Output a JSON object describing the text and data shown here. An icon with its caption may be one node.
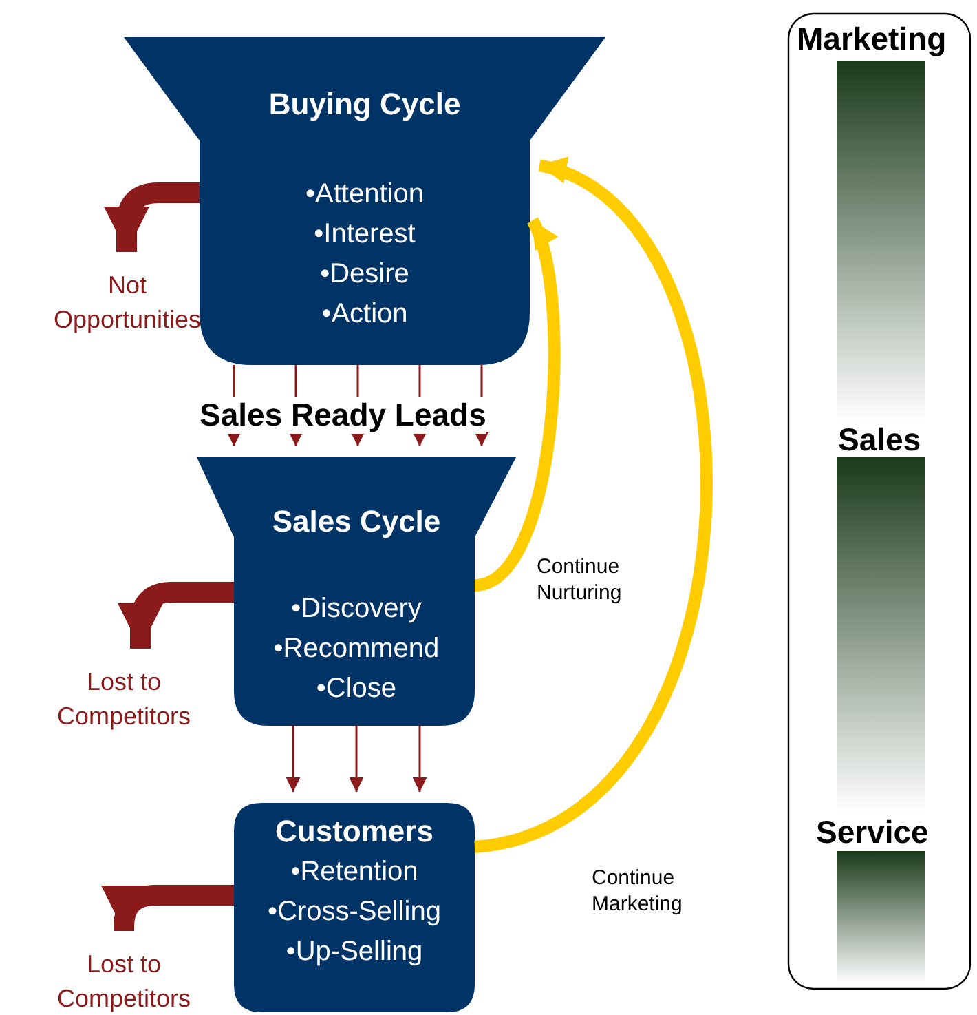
{
  "diagram": {
    "nodes": [
      {
        "text": [
          "Buying Cycle",
          "•Attention •Interest •Desire •Action"
        ]
      },
      {
        "text": [
          "Not Opportunities"
        ]
      },
      {
        "text": [
          "Sales Cycle",
          "•Discovery •Recommend •Close"
        ]
      },
      {
        "text": [
          "Lost to Competitors"
        ]
      },
      {
        "text": [
          "Customers",
          "•Retention •Cross-Selling •Up-Selling"
        ]
      },
      {
        "text": [
          "Lost to Competitors"
        ]
      }
    ],
    "edges": [
      {
        "from": 0,
        "to": 1,
        "arrow": "to",
        "style": "thick"
      },
      {
        "from": 0,
        "to": 2,
        "arrow": "to"
      },
      {
        "from": 0,
        "to": 2,
        "arrow": "to"
      },
      {
        "from": 0,
        "to": 2,
        "arrow": "to"
      },
      {
        "from": 0,
        "to": 2,
        "arrow": "to"
      },
      {
        "from": 0,
        "to": 2,
        "arrow": "to"
      },
      {
        "from": 2,
        "to": 3,
        "arrow": "to",
        "style": "thick"
      },
      {
        "from": 2,
        "to": 4,
        "arrow": "to"
      },
      {
        "from": 2,
        "to": 4,
        "arrow": "to"
      },
      {
        "from": 2,
        "to": 4,
        "arrow": "to"
      },
      {
        "from": 4,
        "to": 5,
        "arrow": "to",
        "style": "thick"
      },
      {
        "from": 2,
        "to": 0,
        "arrow": "to",
        "style": "thick",
        "color": "#ffcc00",
        "label": "Continue Nurturing"
      },
      {
        "from": 4,
        "to": 0,
        "arrow": "to",
        "style": "thick",
        "color": "#ffcc00",
        "label": "Continue Marketing"
      }
    ],
    "labels": [
      "Sales Ready Leads",
      "Marketing",
      "Sales",
      "Service"
    ]
  }
}
